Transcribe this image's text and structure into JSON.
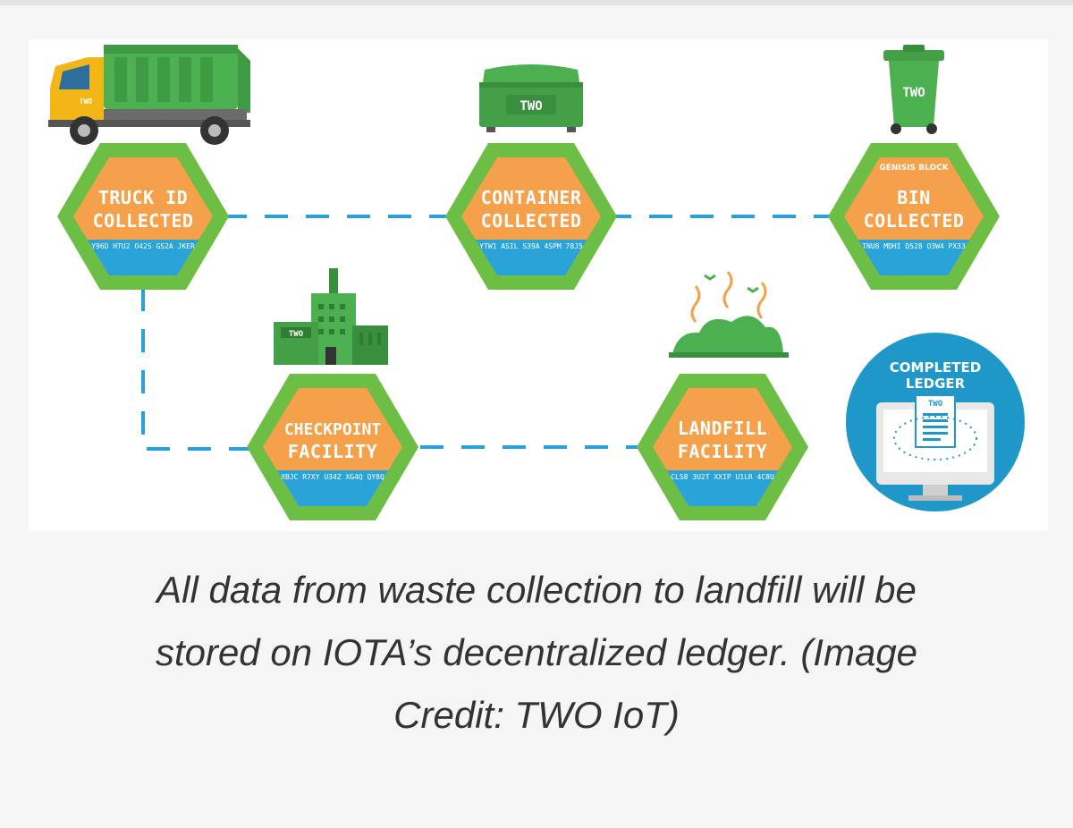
{
  "nodes": {
    "truck": {
      "title_line1": "TRUCK ID",
      "title_line2": "COLLECTED",
      "code": "Y96D HTU2 O42S GS2A JKER"
    },
    "container": {
      "title_line1": "CONTAINER",
      "title_line2": "COLLECTED",
      "code": "YTW1 ASIL S39A 4SPM 78J5"
    },
    "bin": {
      "top_label": "GENISIS BLOCK",
      "title_line1": "BIN",
      "title_line2": "COLLECTED",
      "code": "TNU8 MDHI D528 O3W4 PX33"
    },
    "checkpoint": {
      "title_line1": "CHECKPOINT",
      "title_line2": "FACILITY",
      "code": "XBJC R7XY U34Z XG4Q QY8Q"
    },
    "landfill": {
      "title_line1": "LANDFILL",
      "title_line2": "FACILITY",
      "code": "CLS8 3U2T XXIP U1LR 4C8U"
    }
  },
  "ledger": {
    "title_line1": "COMPLETED",
    "title_line2": "LEDGER"
  },
  "logos": {
    "truck": "TWO",
    "container": "TWO",
    "bin": "TWO",
    "factory": "TWO",
    "document": "TWO"
  },
  "colors": {
    "hex_border": "#6dbe45",
    "hex_top": "#f5a04a",
    "hex_bottom": "#2aa3d8",
    "connector": "#2a9fd8",
    "ledger_circle": "#1f97c9",
    "truck_cab": "#f2b617",
    "truck_body": "#4caf50"
  },
  "caption": {
    "line1": "All data from waste collection to landfill will be",
    "line2": "stored on IOTA’s decentralized ledger. (Image",
    "line3": "Credit: TWO IoT)"
  }
}
